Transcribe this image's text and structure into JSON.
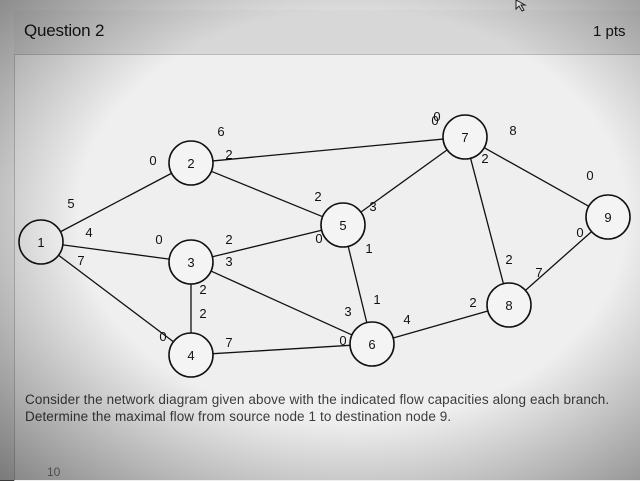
{
  "question": {
    "title": "Question 2",
    "points": "1 pts",
    "text": "Consider the network diagram given above with the indicated flow capacities along each branch. Determine the maximal flow from source node 1 to destination node 9.",
    "footer_number": "10"
  },
  "network": {
    "nodes": [
      {
        "id": "1",
        "label": "1"
      },
      {
        "id": "2",
        "label": "2"
      },
      {
        "id": "3",
        "label": "3"
      },
      {
        "id": "4",
        "label": "4"
      },
      {
        "id": "5",
        "label": "5"
      },
      {
        "id": "6",
        "label": "6"
      },
      {
        "id": "7",
        "label": "7"
      },
      {
        "id": "8",
        "label": "8"
      },
      {
        "id": "9",
        "label": "9"
      }
    ],
    "edges": [
      {
        "from": "1",
        "to": "2",
        "cap_from": "5",
        "cap_to": "0"
      },
      {
        "from": "1",
        "to": "3",
        "cap_from": "4",
        "cap_to": "0"
      },
      {
        "from": "1",
        "to": "4",
        "cap_from": "7",
        "cap_to": "0"
      },
      {
        "from": "2",
        "to": "7",
        "cap_from": "6",
        "cap_to": "0"
      },
      {
        "from": "2",
        "to": "5",
        "cap_from": "2",
        "cap_to": "2"
      },
      {
        "from": "3",
        "to": "5",
        "cap_from": "2",
        "cap_to": "0"
      },
      {
        "from": "3",
        "to": "6",
        "cap_from": "3",
        "cap_to": "3"
      },
      {
        "from": "3",
        "to": "4",
        "cap_from": "2",
        "cap_to": "2"
      },
      {
        "from": "4",
        "to": "6",
        "cap_from": "7",
        "cap_to": "0"
      },
      {
        "from": "5",
        "to": "7",
        "cap_from": "3",
        "cap_to": "0"
      },
      {
        "from": "5",
        "to": "6",
        "cap_from": "1",
        "cap_to": "1"
      },
      {
        "from": "6",
        "to": "8",
        "cap_from": "4",
        "cap_to": "2"
      },
      {
        "from": "7",
        "to": "8",
        "cap_from": "2",
        "cap_to": "2"
      },
      {
        "from": "7",
        "to": "9",
        "cap_from": "8",
        "cap_to": "0"
      },
      {
        "from": "8",
        "to": "9",
        "cap_from": "7",
        "cap_to": "0"
      }
    ]
  }
}
